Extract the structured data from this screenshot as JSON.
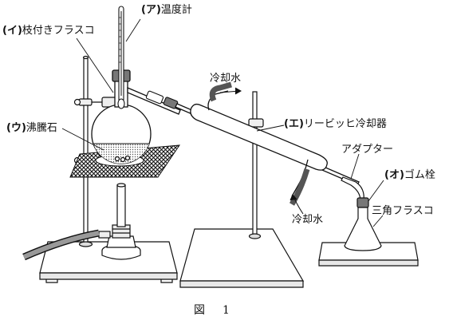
{
  "labels": {
    "thermometer": {
      "tag": "(ア)",
      "name": "温度計"
    },
    "flask": {
      "tag": "(イ)",
      "name": "枝付きフラスコ"
    },
    "boiling_chips": {
      "tag": "(ウ)",
      "name": "沸騰石"
    },
    "condenser": {
      "tag": "(エ)",
      "name": "リービッヒ冷却器"
    },
    "stopper": {
      "tag": "(オ)",
      "name": "ゴム栓"
    },
    "adapter": "アダプター",
    "erlenmeyer": "三角フラスコ",
    "water_in": "冷却水",
    "water_out": "冷却水"
  },
  "caption": {
    "word": "図",
    "number": "1"
  }
}
